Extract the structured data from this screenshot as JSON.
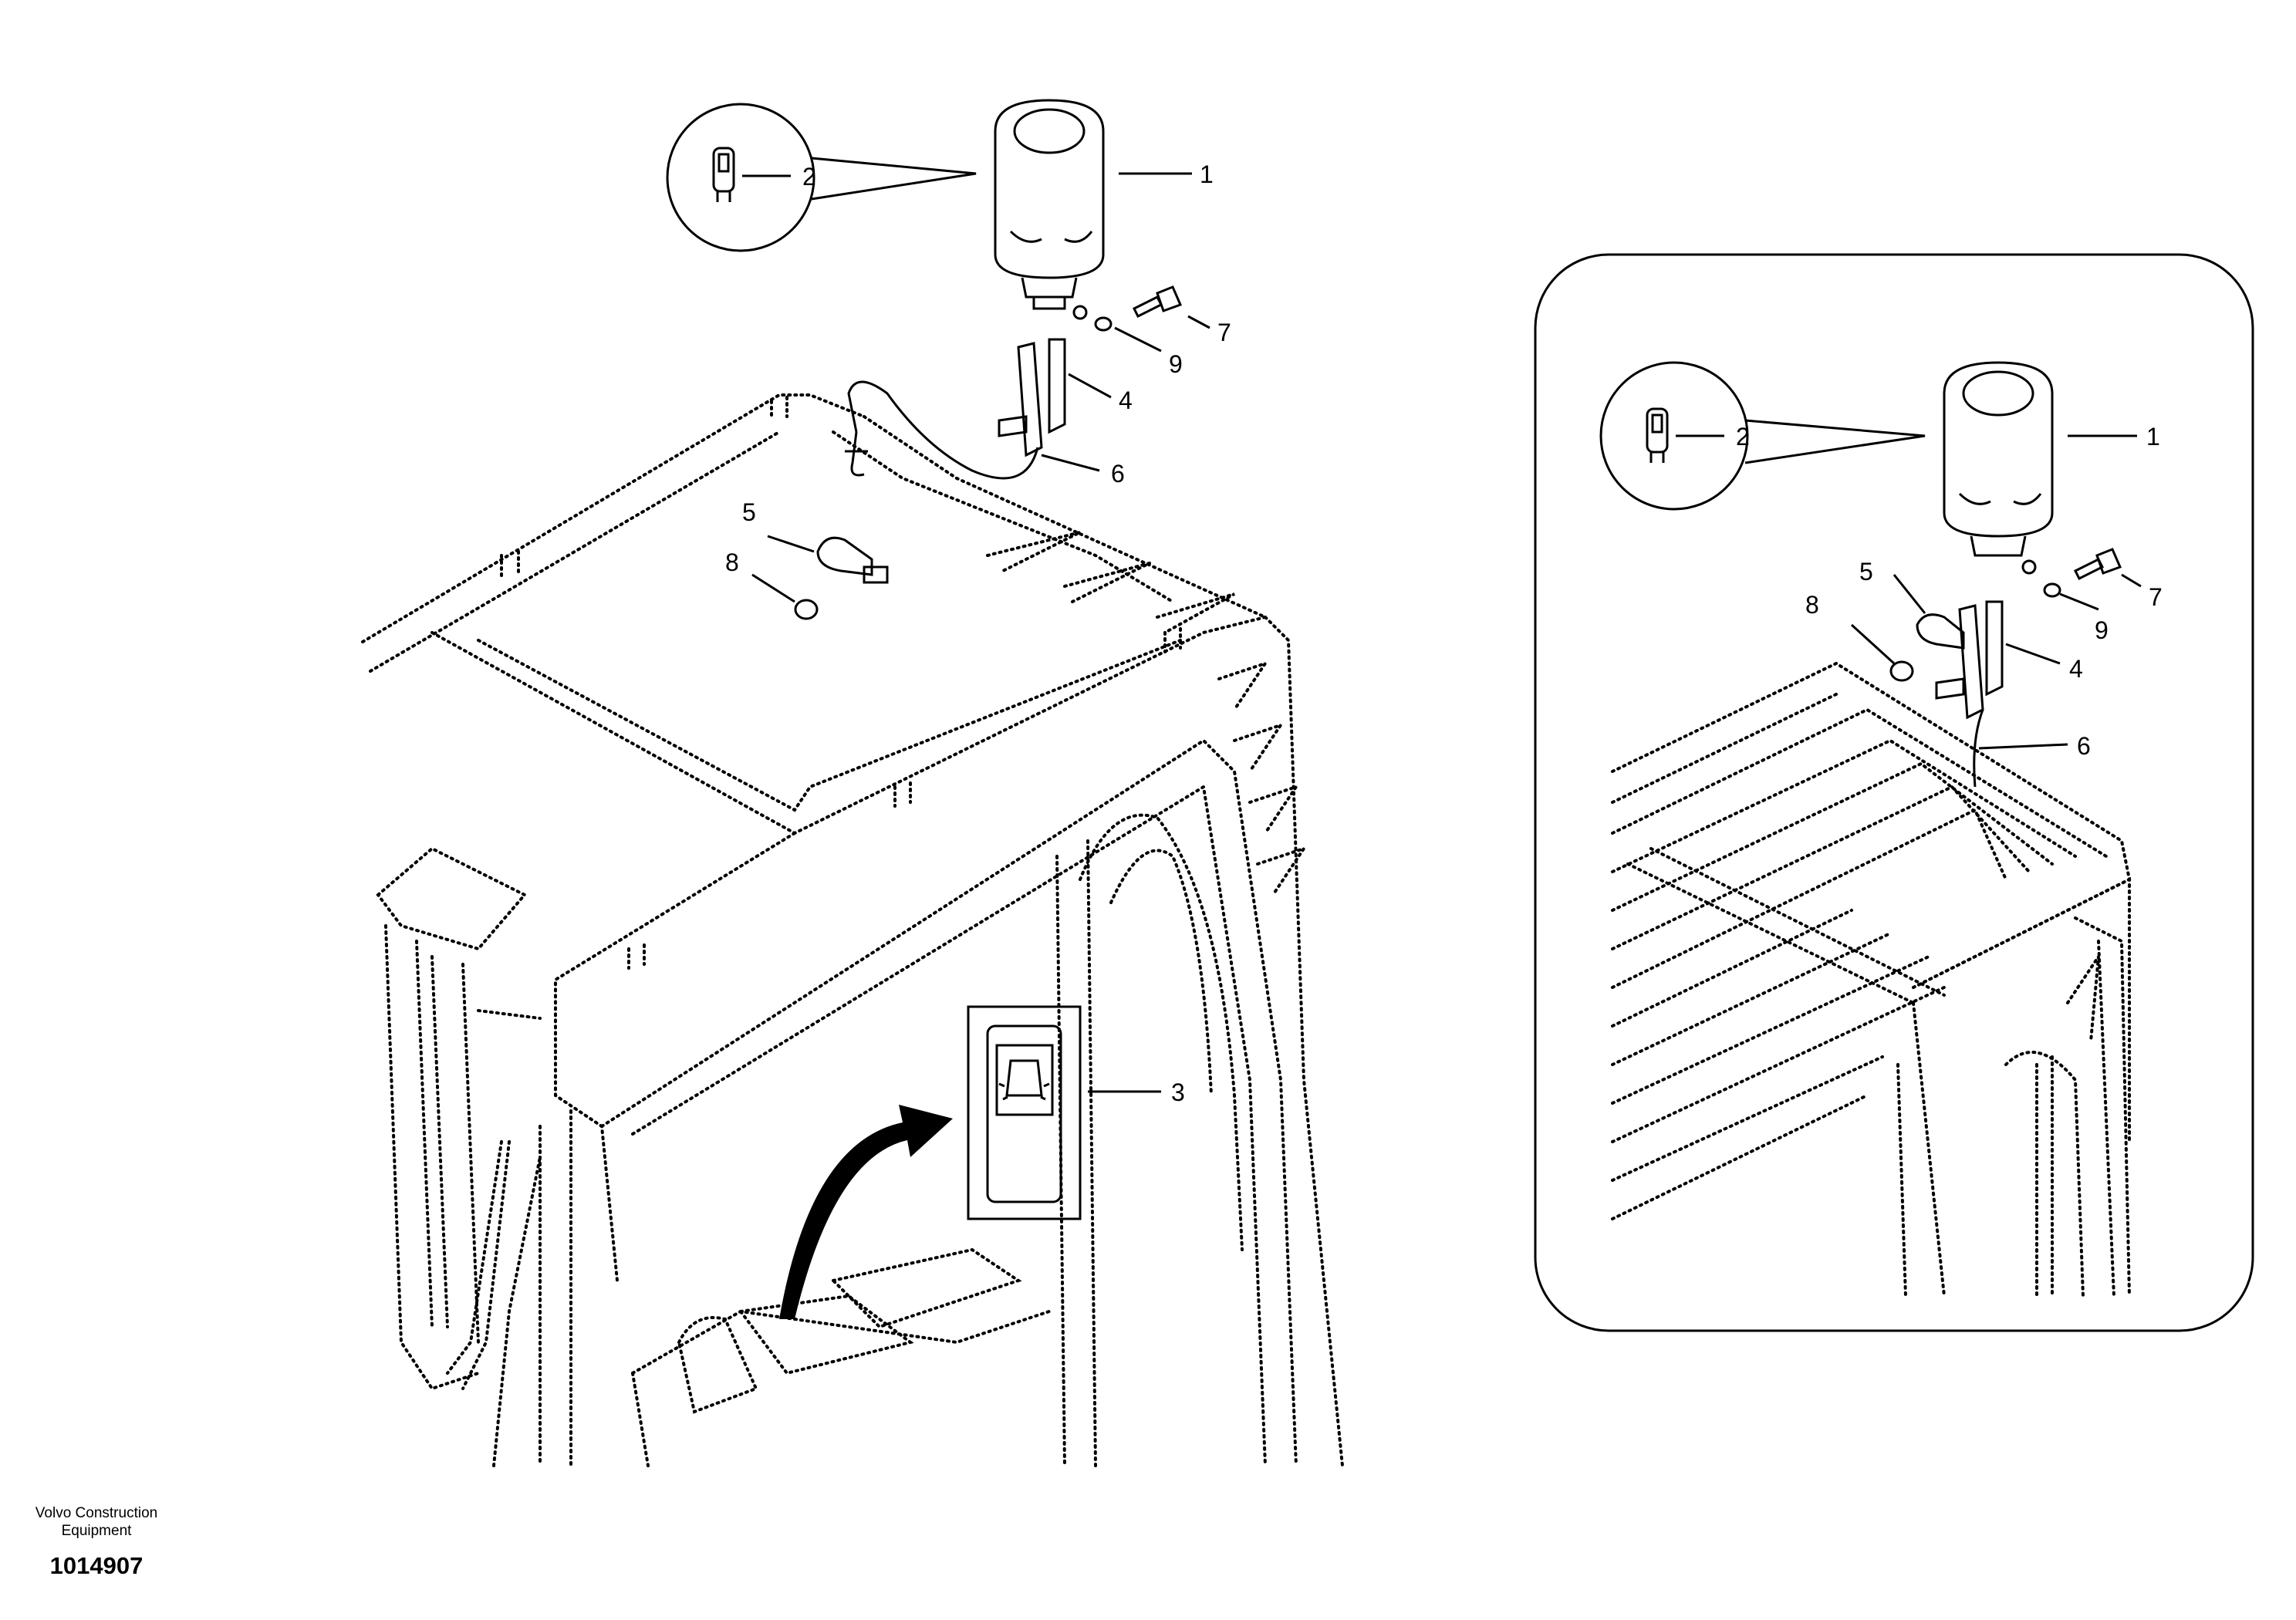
{
  "main_view": {
    "callouts": [
      "1",
      "2",
      "3",
      "4",
      "5",
      "6",
      "7",
      "8",
      "9"
    ]
  },
  "detail_view": {
    "callouts": [
      "1",
      "2",
      "4",
      "5",
      "6",
      "7",
      "8",
      "9"
    ]
  },
  "footer": {
    "brand_line1": "Volvo Construction",
    "brand_line2": "Equipment",
    "figure_number": "1014907"
  },
  "icons": {
    "beacon": "rotating-beacon-icon",
    "bulb": "bulb-icon",
    "switch": "beacon-switch-icon"
  }
}
